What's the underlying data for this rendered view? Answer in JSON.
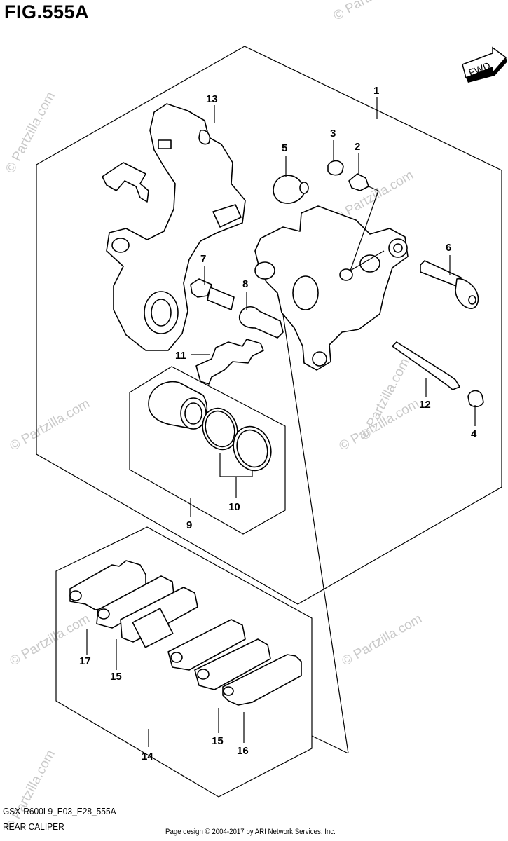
{
  "figure": {
    "title": "FIG.555A"
  },
  "footer": {
    "model_code": "GSX-R600L9_E03_E28_555A",
    "assembly_name": "REAR CALIPER",
    "credit": "Page design © 2004-2017 by ARI Network Services, Inc."
  },
  "fwd_label": "FWD",
  "watermarks": [
    "© Partzilla.com",
    "© Partzilla.com",
    "© Partzilla.com",
    "© Partzilla.com",
    "© Partzilla.com",
    "© Partzilla.com",
    "© Partzilla.com",
    "© Partzilla.com",
    "© Partzilla.com"
  ],
  "callouts": {
    "c1": "1",
    "c2": "2",
    "c3": "3",
    "c4": "4",
    "c5": "5",
    "c6": "6",
    "c7": "7",
    "c8": "8",
    "c9": "9",
    "c10": "10",
    "c11": "11",
    "c12": "12",
    "c13": "13",
    "c14": "14",
    "c15a": "15",
    "c15b": "15",
    "c16": "16",
    "c17": "17"
  }
}
